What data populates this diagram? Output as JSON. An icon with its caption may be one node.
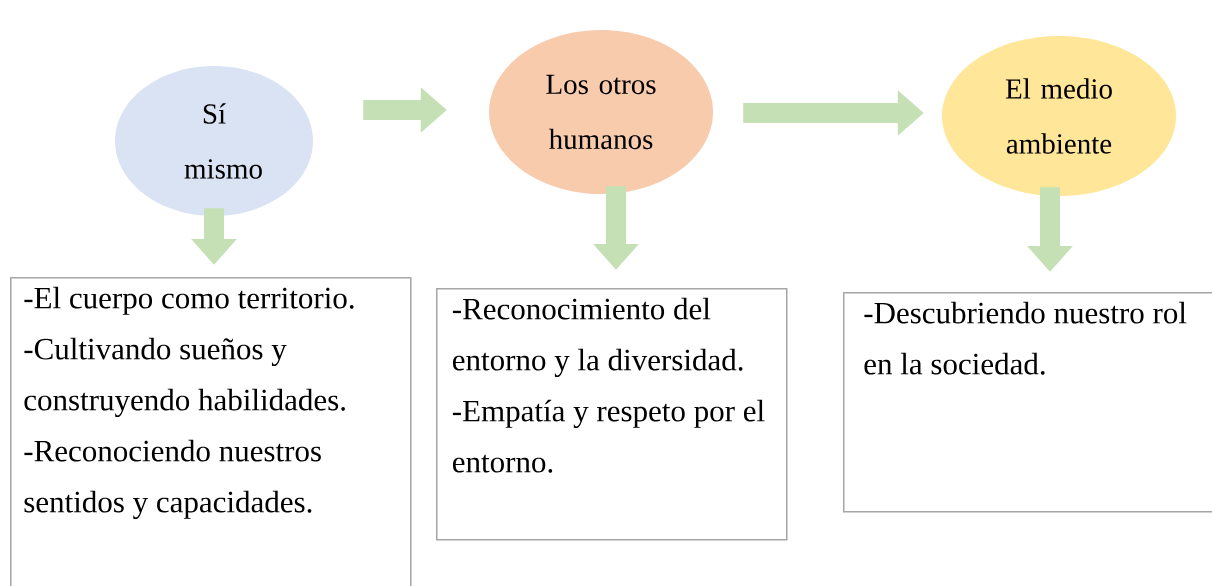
{
  "diagram": {
    "nodes": [
      {
        "text": [
          "Sí mismo"
        ]
      },
      {
        "text": [
          "Los otros humanos"
        ]
      },
      {
        "text": [
          "El medio ambiente"
        ]
      },
      {
        "text": [
          "-El cuerpo como territorio.",
          "-Cultivando sueños y construyendo habilidades.",
          "-Reconociendo nuestros sentidos y capacidades."
        ]
      },
      {
        "text": [
          "-Reconocimiento del entorno y la diversidad.",
          "-Empatía y respeto por el entorno."
        ]
      },
      {
        "text": [
          "-Descubriendo nuestro rol en la sociedad."
        ]
      }
    ],
    "edges": [
      {
        "from": 0,
        "to": 1,
        "arrow": "to"
      },
      {
        "from": 1,
        "to": 2,
        "arrow": "to"
      },
      {
        "from": 0,
        "to": 3,
        "arrow": "to"
      },
      {
        "from": 1,
        "to": 4,
        "arrow": "to"
      },
      {
        "from": 2,
        "to": 5,
        "arrow": "to"
      }
    ]
  }
}
